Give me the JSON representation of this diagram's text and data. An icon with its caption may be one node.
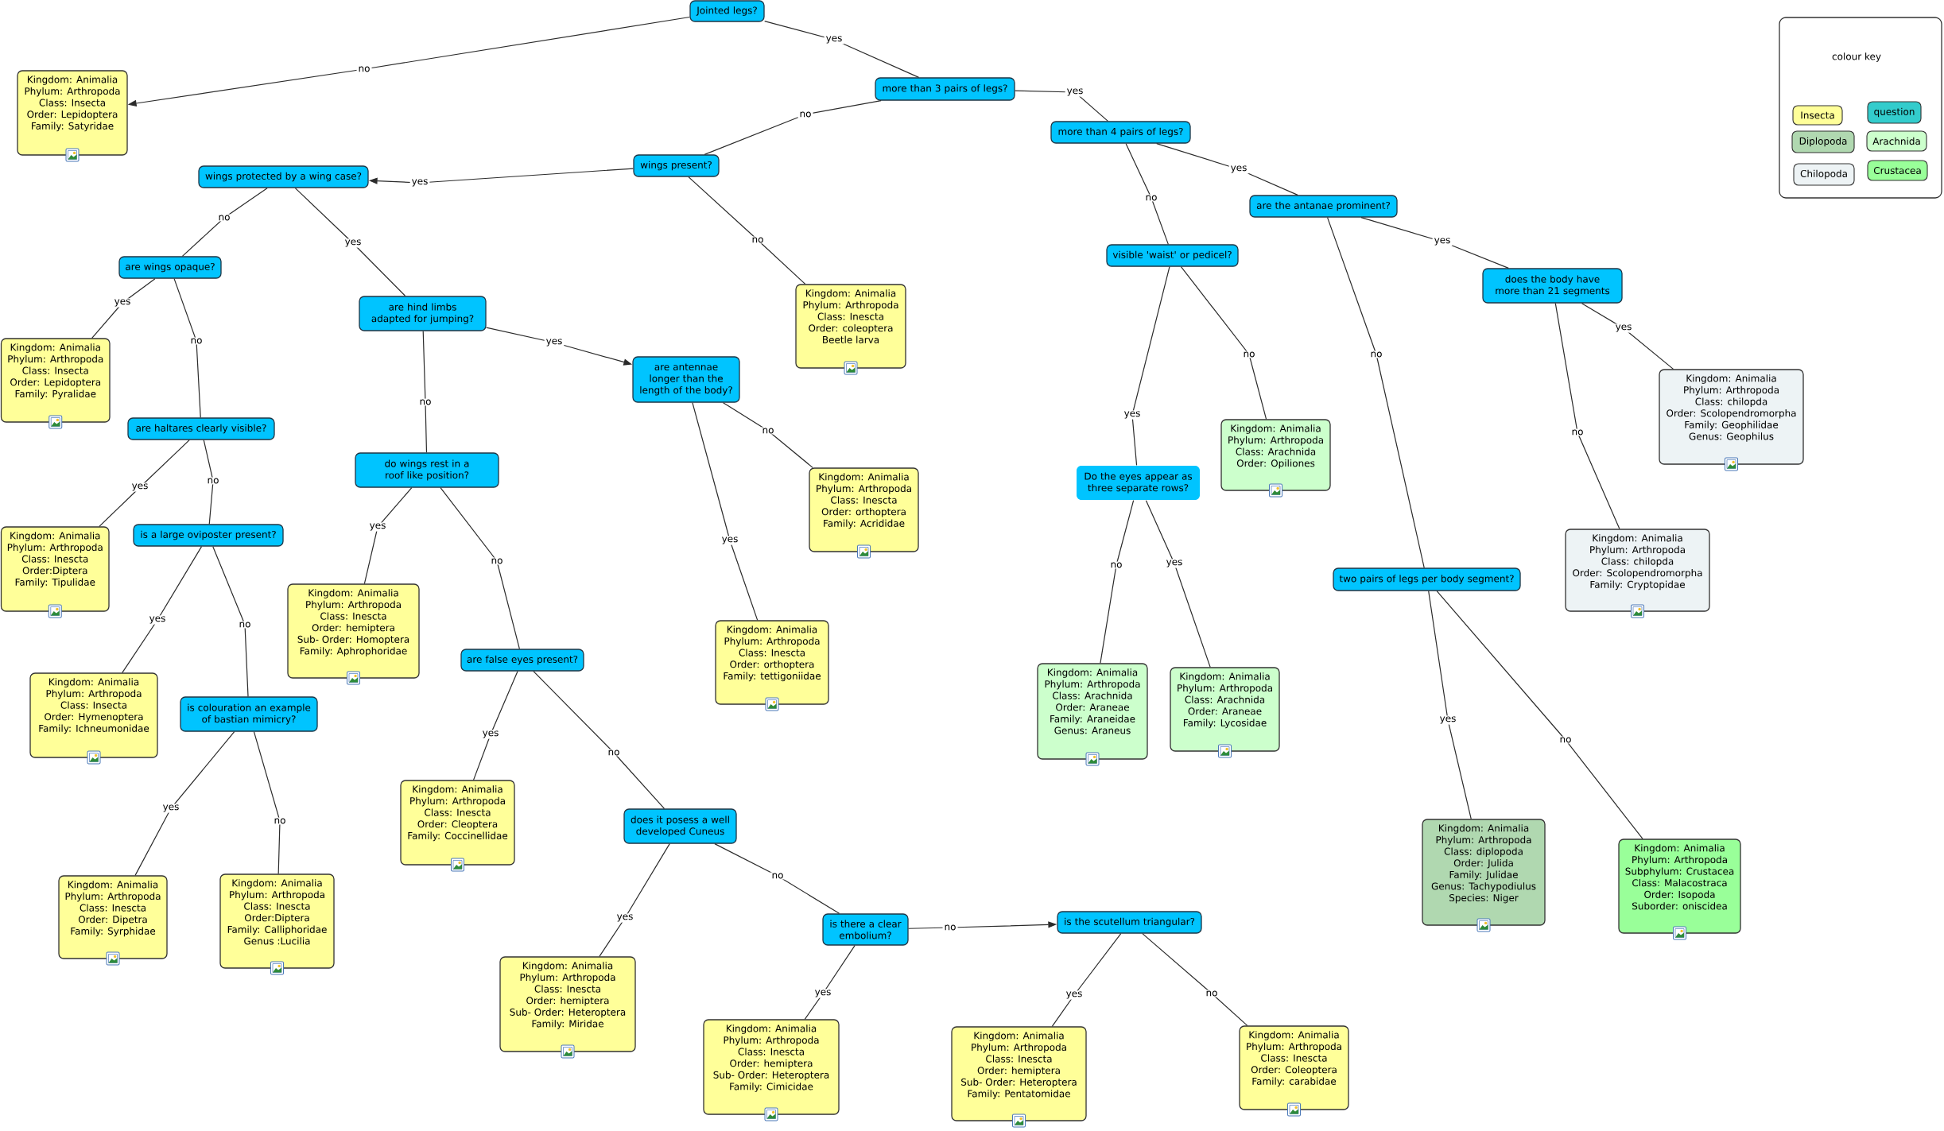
{
  "diagram": {
    "nodes": [
      {
        "text": [
          "Jointed legs?"
        ]
      },
      {
        "text": [
          "Kingdom: Animalia",
          "Phylum: Arthropoda",
          "Class: Insecta",
          "Order: Lepidoptera",
          "Family: Satyridae"
        ]
      },
      {
        "text": [
          "more than 3 pairs of legs?"
        ]
      },
      {
        "text": [
          "more than 4 pairs of legs?"
        ]
      },
      {
        "text": [
          "wings present?"
        ]
      },
      {
        "text": [
          "wings protected by a wing case?"
        ]
      },
      {
        "text": [
          "are the antanae prominent?"
        ]
      },
      {
        "text": [
          "visible 'waist' or pedicel?"
        ]
      },
      {
        "text": [
          "are wings opaque?"
        ]
      },
      {
        "text": [
          "Kingdom: Animalia",
          "Phylum: Arthropoda",
          "Class: Inescta",
          "Order: coleoptera",
          "Beetle larva"
        ]
      },
      {
        "text": [
          "does the body have more than 21 segments"
        ]
      },
      {
        "text": [
          "are hind limbs adapted for jumping?"
        ]
      },
      {
        "text": [
          "are antennae longer than the length of the body?"
        ]
      },
      {
        "text": [
          "Kingdom: Animalia",
          "Phylum: Arthropoda",
          "Class: Insecta",
          "Order: Lepidoptera",
          "Family: Pyralidae"
        ]
      },
      {
        "text": [
          "Kingdom: Animalia",
          "Phylum: Arthropoda",
          "Class: chilopda",
          "Order: Scolopendromorpha",
          "Family: Geophilidae",
          "Genus: Geophilus"
        ]
      },
      {
        "text": [
          "Kingdom: Animalia",
          "Phylum: Arthropoda",
          "Class: Arachnida",
          "Order: Opiliones"
        ]
      },
      {
        "text": [
          "are haltares clearly visible?"
        ]
      },
      {
        "text": [
          "do wings rest in a roof like position?"
        ]
      },
      {
        "text": [
          "Do the eyes appear as three separate rows?"
        ]
      },
      {
        "text": [
          "Kingdom: Animalia",
          "Phylum: Arthropoda",
          "Class: Inescta",
          "Order: orthoptera",
          "Family: Acrididae"
        ]
      },
      {
        "text": [
          "Kingdom: Animalia",
          "Phylum: Arthropoda",
          "Class: Inescta",
          "Order:Diptera",
          "Family: Tipulidae"
        ]
      },
      {
        "text": [
          "is a large oviposter present?"
        ]
      },
      {
        "text": [
          "two pairs of legs per body segment?"
        ]
      },
      {
        "text": [
          "Kingdom: Animalia",
          "Phylum: Arthropoda",
          "Class: chilopda",
          "Order: Scolopendromorpha",
          "Family: Cryptopidae"
        ]
      },
      {
        "text": [
          "Kingdom: Animalia",
          "Phylum: Arthropoda",
          "Class: Inescta",
          "Order: hemiptera",
          "Sub- Order: Homoptera",
          "Family: Aphrophoridae"
        ]
      },
      {
        "text": [
          "Kingdom: Animalia",
          "Phylum: Arthropoda",
          "Class: Inescta",
          "Order: orthoptera",
          "Family: tettigoniidae"
        ]
      },
      {
        "text": [
          "are false eyes present?"
        ]
      },
      {
        "text": [
          "Kingdom: Animalia",
          "Phylum: Arthropoda",
          "Class: Insecta",
          "Order: Hymenoptera",
          "Family: Ichneumonidae"
        ]
      },
      {
        "text": [
          "is colouration an example of bastian mimicry?"
        ]
      },
      {
        "text": [
          "Kingdom: Animalia",
          "Phylum: Arthropoda",
          "Class: Arachnida",
          "Order: Araneae",
          "Family: Araneidae",
          "Genus: Araneus"
        ]
      },
      {
        "text": [
          "Kingdom: Animalia",
          "Phylum: Arthropoda",
          "Class: Arachnida",
          "Order: Araneae",
          "Family: Lycosidae"
        ]
      },
      {
        "text": [
          "Kingdom: Animalia",
          "Phylum: Arthropoda",
          "Class: Inescta",
          "Order: Cleoptera",
          "Family: Coccinellidae"
        ]
      },
      {
        "text": [
          "does it posess a well developed Cuneus"
        ]
      },
      {
        "text": [
          "Kingdom: Animalia",
          "Phylum: Arthropoda",
          "Class: diplopoda",
          "Order: Julida",
          "Family: Julidae",
          "Genus: Tachypodiulus",
          "Species: Niger"
        ]
      },
      {
        "text": [
          "Kingdom: Animalia",
          "Phylum: Arthropoda",
          "Subphylum: Crustacea",
          "Class: Malacostraca",
          "Order: Isopoda",
          "Suborder: oniscidea"
        ]
      },
      {
        "text": [
          "Kingdom: Animalia",
          "Phylum: Arthropoda",
          "Class: Inescta",
          "Order: Dipetra",
          "Family: Syrphidae"
        ]
      },
      {
        "text": [
          "Kingdom: Animalia",
          "Phylum: Arthropoda",
          "Class: Inescta",
          "Order:Diptera",
          "Family: Calliphoridae",
          "Genus :Lucilia"
        ]
      },
      {
        "text": [
          "is there a clear embolium?"
        ]
      },
      {
        "text": [
          "is the scutellum triangular?"
        ]
      },
      {
        "text": [
          "Kingdom: Animalia",
          "Phylum: Arthropoda",
          "Class: Inescta",
          "Order: hemiptera",
          "Sub- Order: Heteroptera",
          "Family: Miridae"
        ]
      },
      {
        "text": [
          "Kingdom: Animalia",
          "Phylum: Arthropoda",
          "Class: Inescta",
          "Order: hemiptera",
          "Sub- Order: Heteroptera",
          "Family: Cimicidae"
        ]
      },
      {
        "text": [
          "Kingdom: Animalia",
          "Phylum: Arthropoda",
          "Class: Inescta",
          "Order: hemiptera",
          "Sub- Order: Heteroptera",
          "Family: Pentatomidae"
        ]
      },
      {
        "text": [
          "Kingdom: Animalia",
          "Phylum: Arthropoda",
          "Class: Inescta",
          "Order: Coleoptera",
          "Family: carabidae"
        ]
      }
    ],
    "edges": [
      {
        "from": 0,
        "to": 1,
        "label": "no",
        "arrow": "to"
      },
      {
        "from": 0,
        "to": 2,
        "label": "yes",
        "arrow": "none"
      },
      {
        "from": 2,
        "to": 4,
        "label": "no",
        "arrow": "none"
      },
      {
        "from": 2,
        "to": 3,
        "label": "yes",
        "arrow": "none"
      },
      {
        "from": 4,
        "to": 5,
        "label": "yes",
        "arrow": "to"
      },
      {
        "from": 4,
        "to": 9,
        "label": "no",
        "arrow": "none"
      },
      {
        "from": 3,
        "to": 7,
        "label": "no",
        "arrow": "none"
      },
      {
        "from": 3,
        "to": 6,
        "label": "yes",
        "arrow": "none"
      },
      {
        "from": 5,
        "to": 8,
        "label": "no",
        "arrow": "none"
      },
      {
        "from": 5,
        "to": 11,
        "label": "yes",
        "arrow": "none"
      },
      {
        "from": 6,
        "to": 22,
        "label": "no",
        "arrow": "none"
      },
      {
        "from": 6,
        "to": 10,
        "label": "yes",
        "arrow": "none"
      },
      {
        "from": 7,
        "to": 18,
        "label": "yes",
        "arrow": "none"
      },
      {
        "from": 7,
        "to": 15,
        "label": "no",
        "arrow": "none"
      },
      {
        "from": 8,
        "to": 13,
        "label": "yes",
        "arrow": "none"
      },
      {
        "from": 8,
        "to": 16,
        "label": "no",
        "arrow": "none"
      },
      {
        "from": 10,
        "to": 23,
        "label": "no",
        "arrow": "none"
      },
      {
        "from": 10,
        "to": 14,
        "label": "yes",
        "arrow": "none"
      },
      {
        "from": 11,
        "to": 17,
        "label": "no",
        "arrow": "none"
      },
      {
        "from": 11,
        "to": 12,
        "label": "yes",
        "arrow": "to"
      },
      {
        "from": 12,
        "to": 25,
        "label": "yes",
        "arrow": "none"
      },
      {
        "from": 12,
        "to": 19,
        "label": "no",
        "arrow": "none"
      },
      {
        "from": 16,
        "to": 20,
        "label": "yes",
        "arrow": "none"
      },
      {
        "from": 16,
        "to": 21,
        "label": "no",
        "arrow": "none"
      },
      {
        "from": 17,
        "to": 24,
        "label": "yes",
        "arrow": "none"
      },
      {
        "from": 17,
        "to": 26,
        "label": "no",
        "arrow": "none"
      },
      {
        "from": 18,
        "to": 29,
        "label": "no",
        "arrow": "none"
      },
      {
        "from": 18,
        "to": 30,
        "label": "yes",
        "arrow": "none"
      },
      {
        "from": 21,
        "to": 27,
        "label": "yes",
        "arrow": "none"
      },
      {
        "from": 21,
        "to": 28,
        "label": "no",
        "arrow": "none"
      },
      {
        "from": 22,
        "to": 33,
        "label": "yes",
        "arrow": "none"
      },
      {
        "from": 22,
        "to": 34,
        "label": "no",
        "arrow": "none"
      },
      {
        "from": 26,
        "to": 31,
        "label": "yes",
        "arrow": "none"
      },
      {
        "from": 26,
        "to": 32,
        "label": "no",
        "arrow": "none"
      },
      {
        "from": 28,
        "to": 35,
        "label": "yes",
        "arrow": "none"
      },
      {
        "from": 28,
        "to": 36,
        "label": "no",
        "arrow": "none"
      },
      {
        "from": 32,
        "to": 39,
        "label": "yes",
        "arrow": "none"
      },
      {
        "from": 32,
        "to": 37,
        "label": "no",
        "arrow": "none"
      },
      {
        "from": 37,
        "to": 40,
        "label": "yes",
        "arrow": "none"
      },
      {
        "from": 37,
        "to": 38,
        "label": "no",
        "arrow": "to"
      },
      {
        "from": 38,
        "to": 41,
        "label": "yes",
        "arrow": "none"
      },
      {
        "from": 38,
        "to": 42,
        "label": "no",
        "arrow": "none"
      }
    ],
    "labels": [
      "colour key"
    ],
    "legend": [
      {
        "text": "Insecta",
        "color": "#ffff99"
      },
      {
        "text": "question",
        "color": "#33cccc"
      },
      {
        "text": "Diplopoda",
        "color": "#b0d8b0"
      },
      {
        "text": "Arachnida",
        "color": "#ccffcc"
      },
      {
        "text": "Chilopoda",
        "color": "#edf3f5"
      },
      {
        "text": "Crustacea",
        "color": "#99ff99"
      }
    ]
  }
}
